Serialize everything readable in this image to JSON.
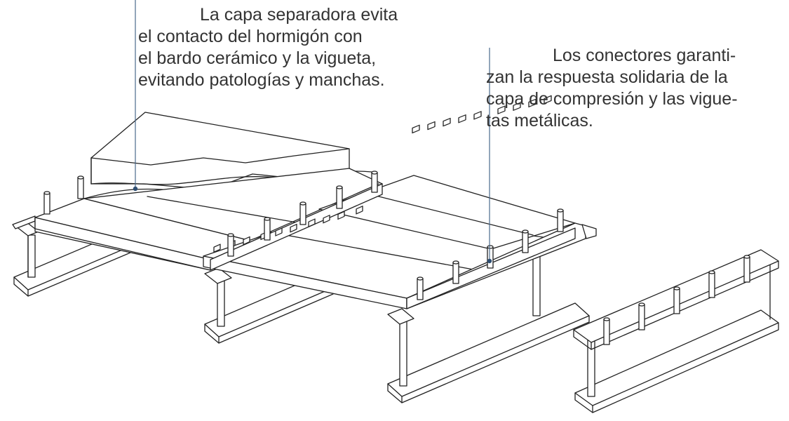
{
  "notes": {
    "separator_layer": {
      "line1": "La capa separadora evita",
      "line2": "el contacto del hormigón con",
      "line3": "el bardo cerámico y la vigueta,",
      "line4": "evitando patologías y manchas."
    },
    "connectors": {
      "line1": "Los conectores garanti-",
      "line2": "zan la respuesta solidaria de la",
      "line3": "capa de compresión y las vigue-",
      "line4": "tas metálicas."
    }
  },
  "colors": {
    "text": "#333333",
    "line": "#222222",
    "callout": "#4a6a8c"
  }
}
